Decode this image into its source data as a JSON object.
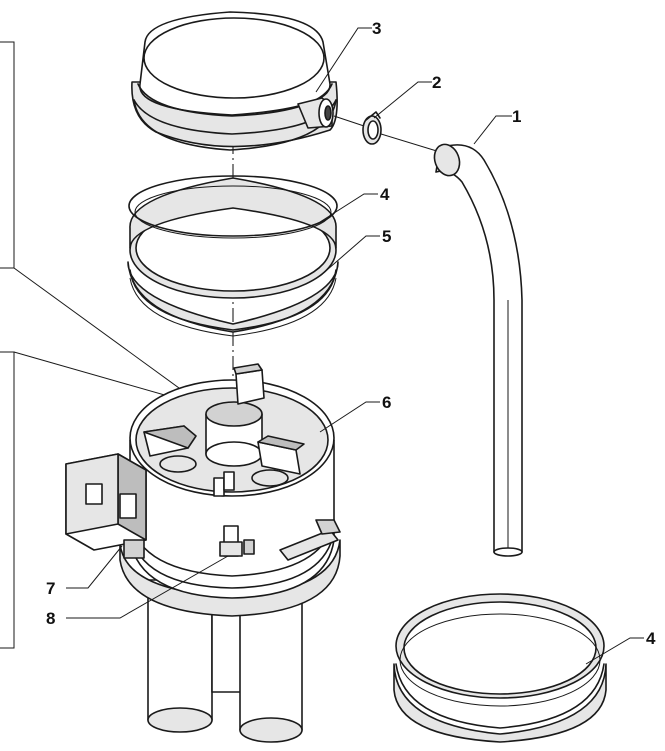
{
  "callouts": [
    {
      "id": "1"
    },
    {
      "id": "2"
    },
    {
      "id": "3"
    },
    {
      "id": "4"
    },
    {
      "id": "5"
    },
    {
      "id": "6"
    },
    {
      "id": "7"
    },
    {
      "id": "8"
    },
    {
      "id": "4"
    }
  ]
}
